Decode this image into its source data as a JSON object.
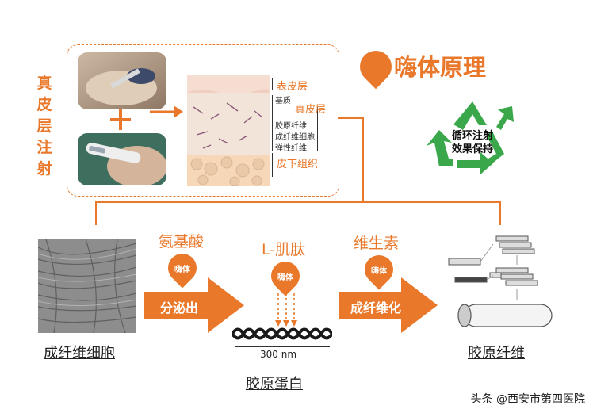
{
  "left_label": "真皮层注射",
  "title": "嗨体原理",
  "skin_labels": {
    "epidermis": "表皮层",
    "matrix": "基质",
    "dermis": "真皮层",
    "collagen_fiber": "胶原纤维",
    "fibroblast": "成纤维细胞",
    "elastic_fiber": "弹性纤维",
    "subcutaneous": "皮下组织"
  },
  "recycle_text": [
    "循环注射",
    "效果保持"
  ],
  "steps": {
    "step1_top": "氨基酸",
    "step1_pin": "嗨体",
    "step1_arrow": "分泌出",
    "step2_top": "L-肌肽",
    "step2_pin": "嗨体",
    "scale_label": "300 nm",
    "step3_top": "维生素",
    "step3_pin": "嗨体",
    "step3_arrow": "成纤维化"
  },
  "bottom_labels": {
    "fibroblast": "成纤维细胞",
    "collagen_protein": "胶原蛋白",
    "collagen_fiber": "胶原纤维"
  },
  "watermark": "头条 @西安市第四医院",
  "colors": {
    "accent": "#e9782a",
    "recycle_green": "#3aa84a"
  }
}
